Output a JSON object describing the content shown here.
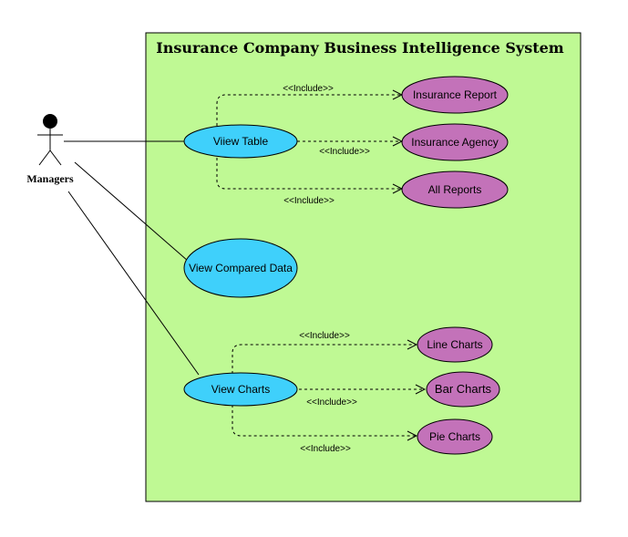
{
  "system": {
    "title": "Insurance Company Business Intelligence System",
    "fill_color": "#bff994"
  },
  "actor": {
    "label": "Managers"
  },
  "colors": {
    "primary_usecase": "#3fd0fb",
    "included_usecase": "#c372b9"
  },
  "use_cases": {
    "view_table": "Viiew Table",
    "view_compared_data": "View Compared Data",
    "view_charts": "View Charts",
    "insurance_report": "Insurance Report",
    "insurance_agency": "Insurance Agency",
    "all_reports": "All Reports",
    "line_charts": "Line Charts",
    "bar_charts": "Bar Charts",
    "pie_charts": "Pie Charts"
  },
  "relations": {
    "include_label": "<<Include>>"
  }
}
